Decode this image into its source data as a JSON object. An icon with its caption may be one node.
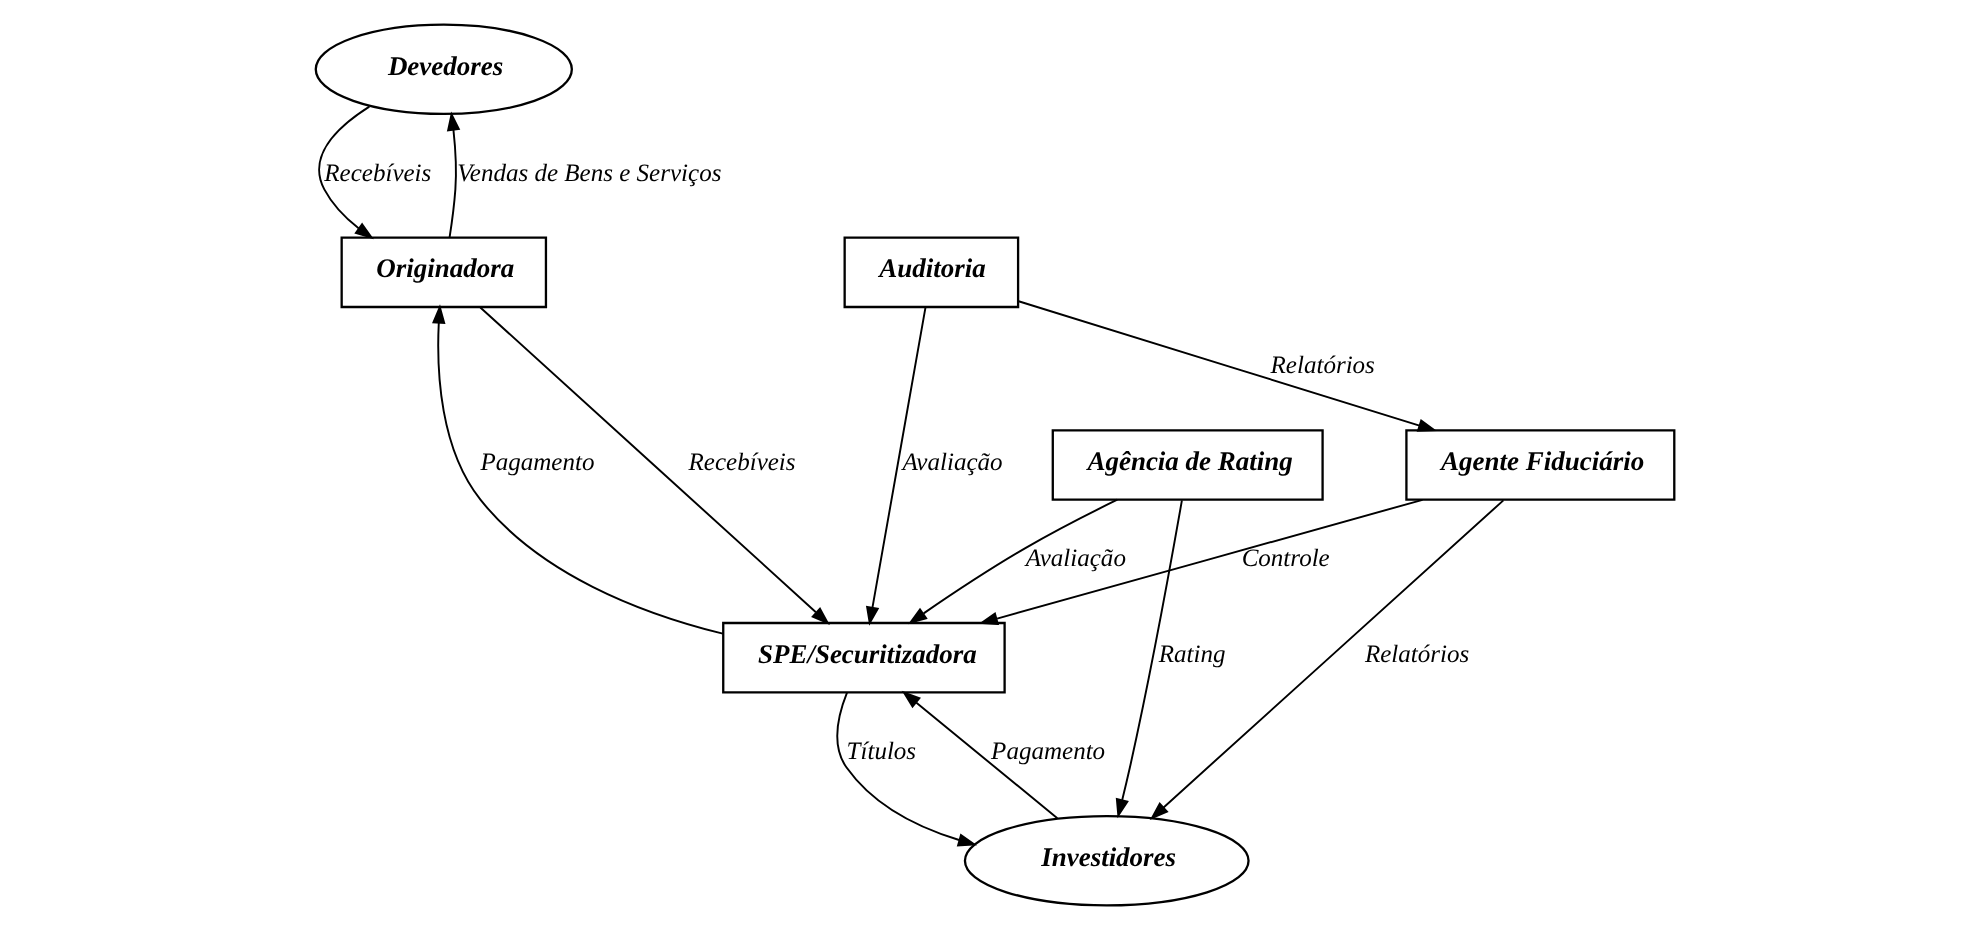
{
  "diagram": {
    "nodes": [
      {
        "text": [
          "Devedores"
        ]
      },
      {
        "text": [
          "Originadora"
        ]
      },
      {
        "text": [
          "Auditoria"
        ]
      },
      {
        "text": [
          "SPE/Securitizadora"
        ]
      },
      {
        "text": [
          "Agência de Rating"
        ]
      },
      {
        "text": [
          "Agente Fiduciário"
        ]
      },
      {
        "text": [
          "Investidores"
        ]
      }
    ],
    "edges": [
      {
        "from": 1,
        "to": 0,
        "arrow": "to",
        "label": "Vendas de Bens e Serviços"
      },
      {
        "from": 0,
        "to": 1,
        "arrow": "to",
        "label": "Recebíveis"
      },
      {
        "from": 1,
        "to": 3,
        "arrow": "to",
        "label": "Recebíveis"
      },
      {
        "from": 3,
        "to": 1,
        "arrow": "to",
        "label": "Pagamento"
      },
      {
        "from": 2,
        "to": 3,
        "arrow": "to",
        "label": "Avaliação"
      },
      {
        "from": 2,
        "to": 5,
        "arrow": "to",
        "label": "Relatórios"
      },
      {
        "from": 4,
        "to": 3,
        "arrow": "to",
        "label": "Avaliação"
      },
      {
        "from": 4,
        "to": 6,
        "arrow": "to",
        "label": "Rating"
      },
      {
        "from": 3,
        "to": 6,
        "arrow": "to",
        "label": "Títulos"
      },
      {
        "from": 6,
        "to": 3,
        "arrow": "to",
        "label": "Pagamento"
      },
      {
        "from": 5,
        "to": 3,
        "arrow": "to",
        "label": "Controle"
      },
      {
        "from": 5,
        "to": 6,
        "arrow": "to",
        "label": "Relatórios"
      }
    ]
  }
}
